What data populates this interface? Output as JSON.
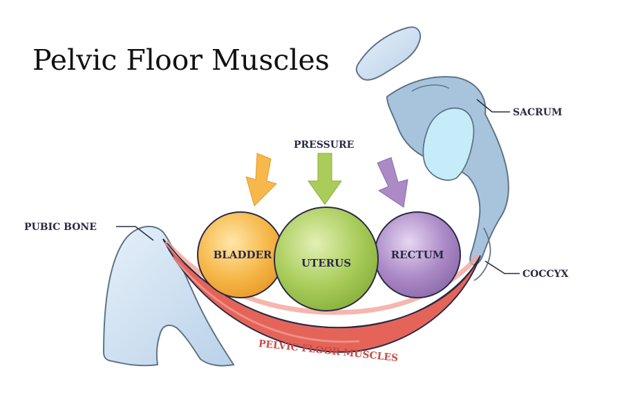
{
  "title": "Pelvic Floor Muscles",
  "labels": {
    "pressure": "PRESSURE",
    "sacrum": "SACRUM",
    "coccyx": "COCCYX",
    "pubic_bone": "PUBIC BONE",
    "muscles": "PELVIC FLOOR MUSCLES"
  },
  "organs": [
    {
      "name": "BLADDER",
      "color": "#f6b84a"
    },
    {
      "name": "UTERUS",
      "color": "#a9cc5a"
    },
    {
      "name": "RECTUM",
      "color": "#ab8ac6"
    }
  ],
  "arrow_colors": [
    "#f6b84a",
    "#a9cc5a",
    "#ab8ac6"
  ],
  "colors": {
    "bone": "#c7dcef",
    "bone_outline": "#5d7487",
    "muscle": "#e5645a",
    "muscle_light": "#f2a49a",
    "outline": "#2a2a44"
  }
}
